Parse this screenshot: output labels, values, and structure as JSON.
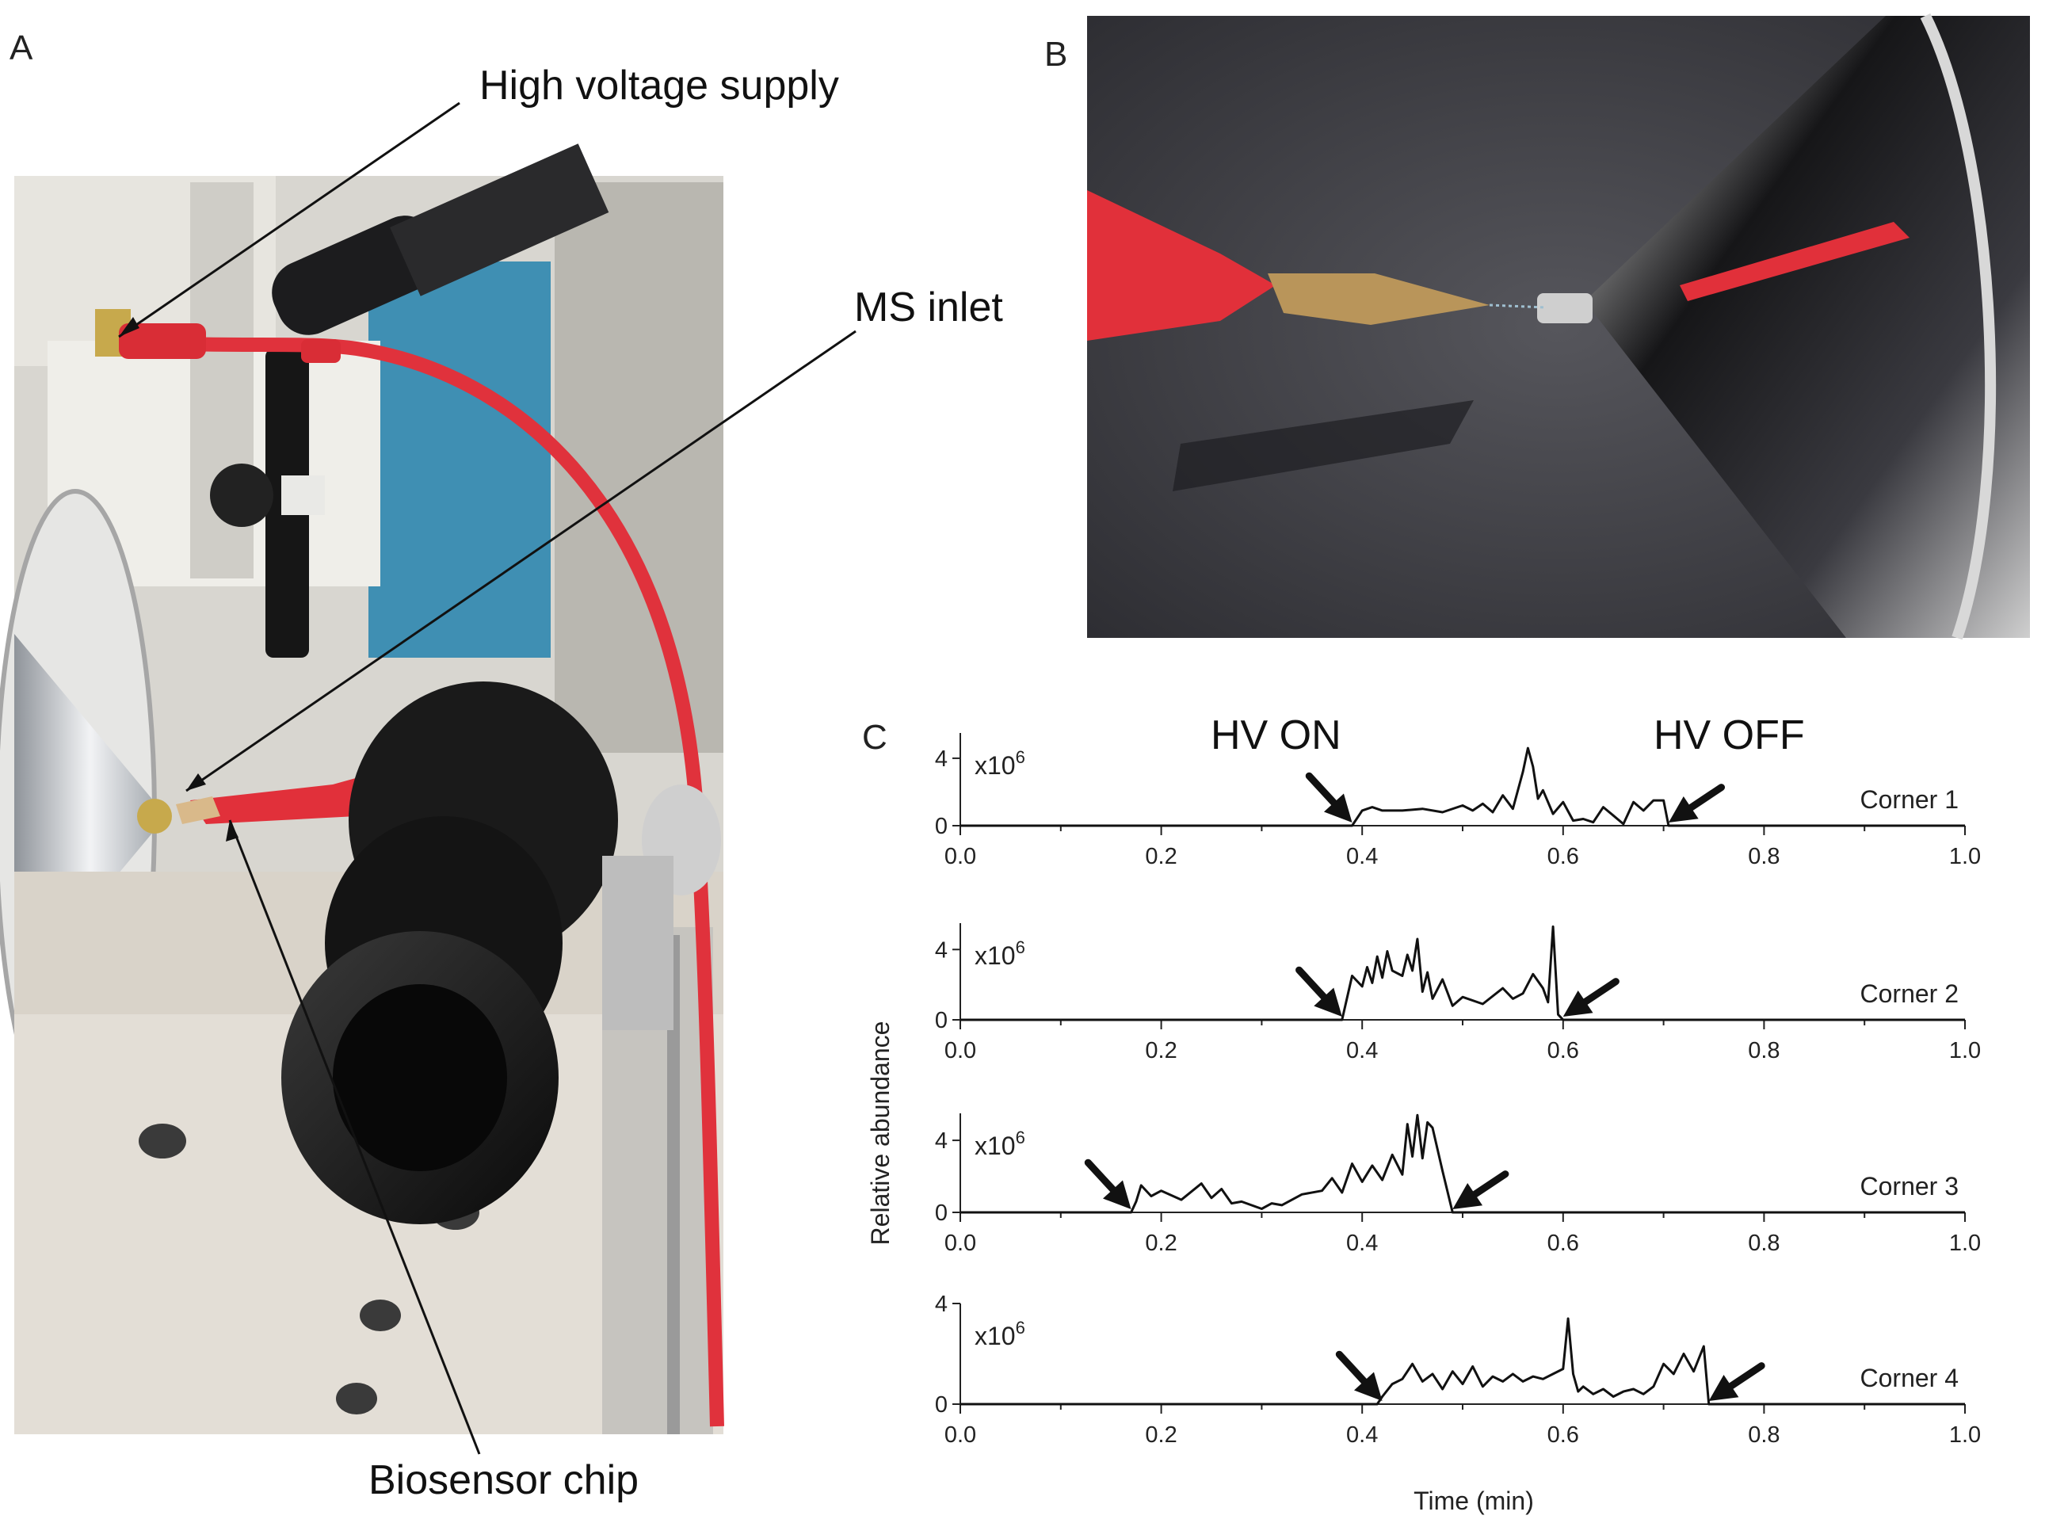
{
  "panels": {
    "a_label": "A",
    "b_label": "B",
    "c_label": "C"
  },
  "photo_a": {
    "callouts": {
      "high_voltage": "High voltage supply",
      "ms_inlet": "MS inlet",
      "biosensor_chip": "Biosensor chip"
    },
    "colors": {
      "cable_red": "#e0323c",
      "steel": "#c9ccd0",
      "background_blue": "#3f8fb3",
      "bench": "#d9d3c9"
    }
  },
  "photo_b": {
    "colors": {
      "background": "#3e3e44",
      "clip_red": "#e1303a",
      "chrome": "#1b1b1f"
    }
  },
  "chart_data": {
    "type": "line",
    "ylabel": "Relative abundance",
    "xlabel": "Time (min)",
    "annotations": {
      "hv_on": "HV ON",
      "hv_off": "HV OFF"
    },
    "x_ticks": [
      "0.0",
      "0.2",
      "0.4",
      "0.6",
      "0.8",
      "1.0"
    ],
    "xlim": [
      0.0,
      1.0
    ],
    "line_color": "#111111",
    "series": [
      {
        "name": "Corner 1",
        "y_ticks": [
          "4",
          "0"
        ],
        "scale": "x10",
        "scale_exp": "6",
        "ylim": [
          0,
          5.5
        ],
        "hv_on": 0.39,
        "hv_off": 0.705,
        "x": [
          0.0,
          0.385,
          0.39,
          0.4,
          0.41,
          0.42,
          0.44,
          0.46,
          0.48,
          0.5,
          0.51,
          0.52,
          0.53,
          0.54,
          0.55,
          0.56,
          0.565,
          0.57,
          0.575,
          0.58,
          0.59,
          0.6,
          0.61,
          0.62,
          0.63,
          0.64,
          0.65,
          0.66,
          0.67,
          0.68,
          0.69,
          0.7,
          0.705,
          0.71,
          1.0
        ],
        "values": [
          0,
          0,
          0,
          0.9,
          1.1,
          0.9,
          0.9,
          1.0,
          0.8,
          1.2,
          0.9,
          1.3,
          0.8,
          1.8,
          1.0,
          3.2,
          4.6,
          3.5,
          1.6,
          2.1,
          0.7,
          1.4,
          0.3,
          0.4,
          0.2,
          1.1,
          0.6,
          0.1,
          1.4,
          0.9,
          1.5,
          1.5,
          0.0,
          0,
          0
        ]
      },
      {
        "name": "Corner 2",
        "y_ticks": [
          "4",
          "0"
        ],
        "scale": "x10",
        "scale_exp": "6",
        "ylim": [
          0,
          5.5
        ],
        "hv_on": 0.38,
        "hv_off": 0.6,
        "x": [
          0.0,
          0.375,
          0.38,
          0.39,
          0.4,
          0.405,
          0.41,
          0.415,
          0.42,
          0.425,
          0.43,
          0.44,
          0.445,
          0.45,
          0.455,
          0.46,
          0.465,
          0.47,
          0.48,
          0.49,
          0.5,
          0.52,
          0.54,
          0.55,
          0.56,
          0.57,
          0.58,
          0.585,
          0.59,
          0.595,
          0.6,
          1.0
        ],
        "values": [
          0,
          0,
          0,
          2.5,
          1.9,
          3.0,
          2.1,
          3.6,
          2.4,
          3.9,
          2.8,
          2.5,
          3.7,
          2.8,
          4.6,
          1.6,
          2.7,
          1.2,
          2.3,
          0.8,
          1.3,
          0.9,
          1.8,
          1.2,
          1.5,
          2.6,
          1.8,
          1.0,
          5.3,
          0.3,
          0.0,
          0
        ]
      },
      {
        "name": "Corner 3",
        "y_ticks": [
          "4",
          "0"
        ],
        "scale": "x10",
        "scale_exp": "6",
        "ylim": [
          0,
          5.5
        ],
        "hv_on": 0.17,
        "hv_off": 0.49,
        "x": [
          0.0,
          0.17,
          0.175,
          0.18,
          0.19,
          0.2,
          0.22,
          0.24,
          0.25,
          0.26,
          0.27,
          0.28,
          0.3,
          0.31,
          0.32,
          0.34,
          0.36,
          0.37,
          0.38,
          0.39,
          0.4,
          0.41,
          0.42,
          0.43,
          0.44,
          0.445,
          0.45,
          0.455,
          0.46,
          0.465,
          0.47,
          0.48,
          0.49,
          1.0
        ],
        "values": [
          0,
          0,
          0.6,
          1.5,
          0.9,
          1.2,
          0.7,
          1.6,
          0.8,
          1.3,
          0.5,
          0.6,
          0.2,
          0.5,
          0.4,
          1.0,
          1.2,
          1.9,
          1.1,
          2.7,
          1.7,
          2.6,
          1.8,
          3.2,
          2.1,
          4.9,
          3.1,
          5.4,
          3.0,
          5.0,
          4.7,
          2.3,
          0.0,
          0
        ]
      },
      {
        "name": "Corner 4",
        "y_ticks": [
          "4",
          "0"
        ],
        "scale": "x10",
        "scale_exp": "6",
        "ylim": [
          0,
          4.0
        ],
        "hv_on": 0.42,
        "hv_off": 0.745,
        "x": [
          0.0,
          0.415,
          0.42,
          0.43,
          0.44,
          0.45,
          0.46,
          0.47,
          0.48,
          0.49,
          0.5,
          0.51,
          0.52,
          0.53,
          0.54,
          0.55,
          0.56,
          0.57,
          0.58,
          0.59,
          0.6,
          0.605,
          0.61,
          0.615,
          0.62,
          0.63,
          0.64,
          0.65,
          0.66,
          0.67,
          0.68,
          0.69,
          0.7,
          0.71,
          0.72,
          0.73,
          0.74,
          0.745,
          0.75,
          1.0
        ],
        "values": [
          0,
          0,
          0.3,
          0.8,
          1.0,
          1.6,
          0.9,
          1.2,
          0.6,
          1.3,
          0.8,
          1.5,
          0.7,
          1.1,
          0.9,
          1.2,
          0.9,
          1.1,
          1.0,
          1.2,
          1.4,
          3.4,
          1.2,
          0.5,
          0.7,
          0.4,
          0.6,
          0.3,
          0.5,
          0.6,
          0.4,
          0.7,
          1.6,
          1.2,
          2.0,
          1.3,
          2.3,
          0.0,
          0,
          0
        ]
      }
    ]
  }
}
